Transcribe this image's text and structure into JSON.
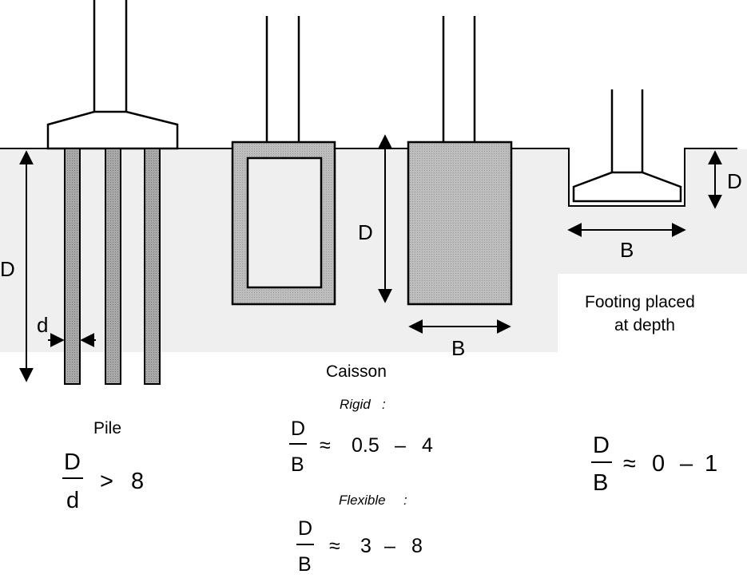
{
  "colors": {
    "ground": "#efefef",
    "pile_fill": "#9c9c9c",
    "caisson_fill": "#b8b8b8",
    "line": "#000000",
    "background": "#ffffff"
  },
  "pile": {
    "dim_depth": "D",
    "dim_diameter": "d",
    "caption": "Pile",
    "ratio": {
      "numerator": "D",
      "denominator": "d",
      "relation": ">",
      "value": "8"
    }
  },
  "caisson": {
    "dim_depth": "D",
    "dim_width": "B",
    "caption": "Caisson",
    "rigid": {
      "label": "Rigid",
      "suffix": ":",
      "ratio": {
        "numerator": "D",
        "denominator": "B",
        "relation": "≈",
        "low": "0.5",
        "dash": "–",
        "high": "4"
      }
    },
    "flexible": {
      "label": "Flexible",
      "suffix": ":",
      "ratio": {
        "numerator": "D",
        "denominator": "B",
        "relation": "≈",
        "low": "3",
        "dash": "–",
        "high": "8"
      }
    }
  },
  "footing": {
    "dim_depth": "D",
    "dim_width": "B",
    "caption_line1": "Footing  placed",
    "caption_line2": "at  depth",
    "ratio": {
      "numerator": "D",
      "denominator": "B",
      "relation": "≈",
      "low": "0",
      "dash": "–",
      "high": "1"
    }
  }
}
